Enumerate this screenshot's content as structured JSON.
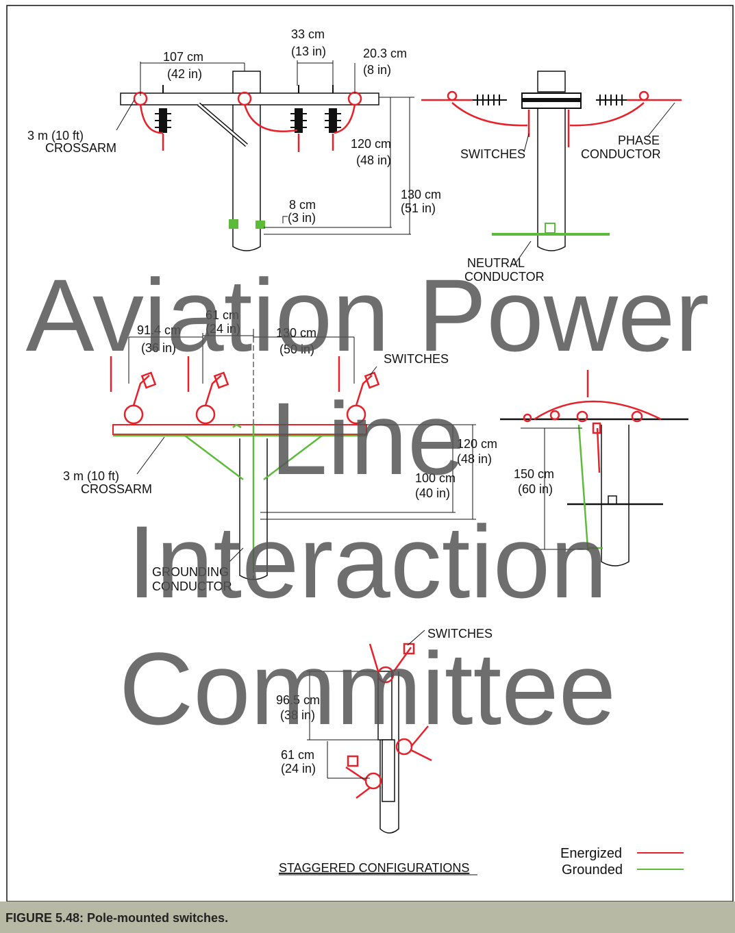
{
  "labels": {
    "top_span_left": "107 cm",
    "top_span_left_in": "(42 in)",
    "top_span_mid": "33 cm",
    "top_span_mid_in": "(13 in)",
    "top_span_right": "20.3 cm",
    "top_span_right_in": "(8 in)",
    "crossarm_top": "3 m (10 ft)",
    "crossarm_top_word": "CROSSARM",
    "h120": "120 cm",
    "h120_in": "(48 in)",
    "h130": "130 cm",
    "h130_in": "(51 in)",
    "h8": "8 cm",
    "h8_in": "(3 in)",
    "switches_1": "SWITCHES",
    "phase_1": "PHASE",
    "phase_2": "CONDUCTOR",
    "neutral_1": "NEUTRAL",
    "neutral_2": "CONDUCTOR",
    "mid_span_a": "91.4 cm",
    "mid_span_a_in": "(36 in)",
    "mid_span_b": "61 cm",
    "mid_span_b_in": "(24 in)",
    "mid_span_c": "130 cm",
    "mid_span_c_in": "(50 in)",
    "switches_2": "SWITCHES",
    "mid_h120": "120 cm",
    "mid_h120_in": "(48 in)",
    "mid_h100": "100 cm",
    "mid_h100_in": "(40 in)",
    "crossarm_mid": "3 m (10 ft)",
    "crossarm_mid_word": "CROSSARM",
    "grounding_1": "GROUNDING",
    "grounding_2": "CONDUCTOR",
    "side_h150": "150 cm",
    "side_h150_in": "(60 in)",
    "switches_3": "SWITCHES",
    "stag_h96": "96.5 cm",
    "stag_h96_in": "(38 in)",
    "stag_h61": "61 cm",
    "stag_h61_in": "(24 in)",
    "staggered": "STAGGERED CONFIGURATIONS",
    "legend_energized": "Energized",
    "legend_grounded": "Grounded"
  },
  "colors": {
    "energized": "#e8202a",
    "grounded": "#5dbb3a",
    "line": "#111111",
    "caption_bg": "#b7b9a4"
  },
  "watermark": [
    "Aviation Power",
    "Line",
    "Interaction",
    "Committee"
  ],
  "caption": "FIGURE 5.48: Pole-mounted switches."
}
